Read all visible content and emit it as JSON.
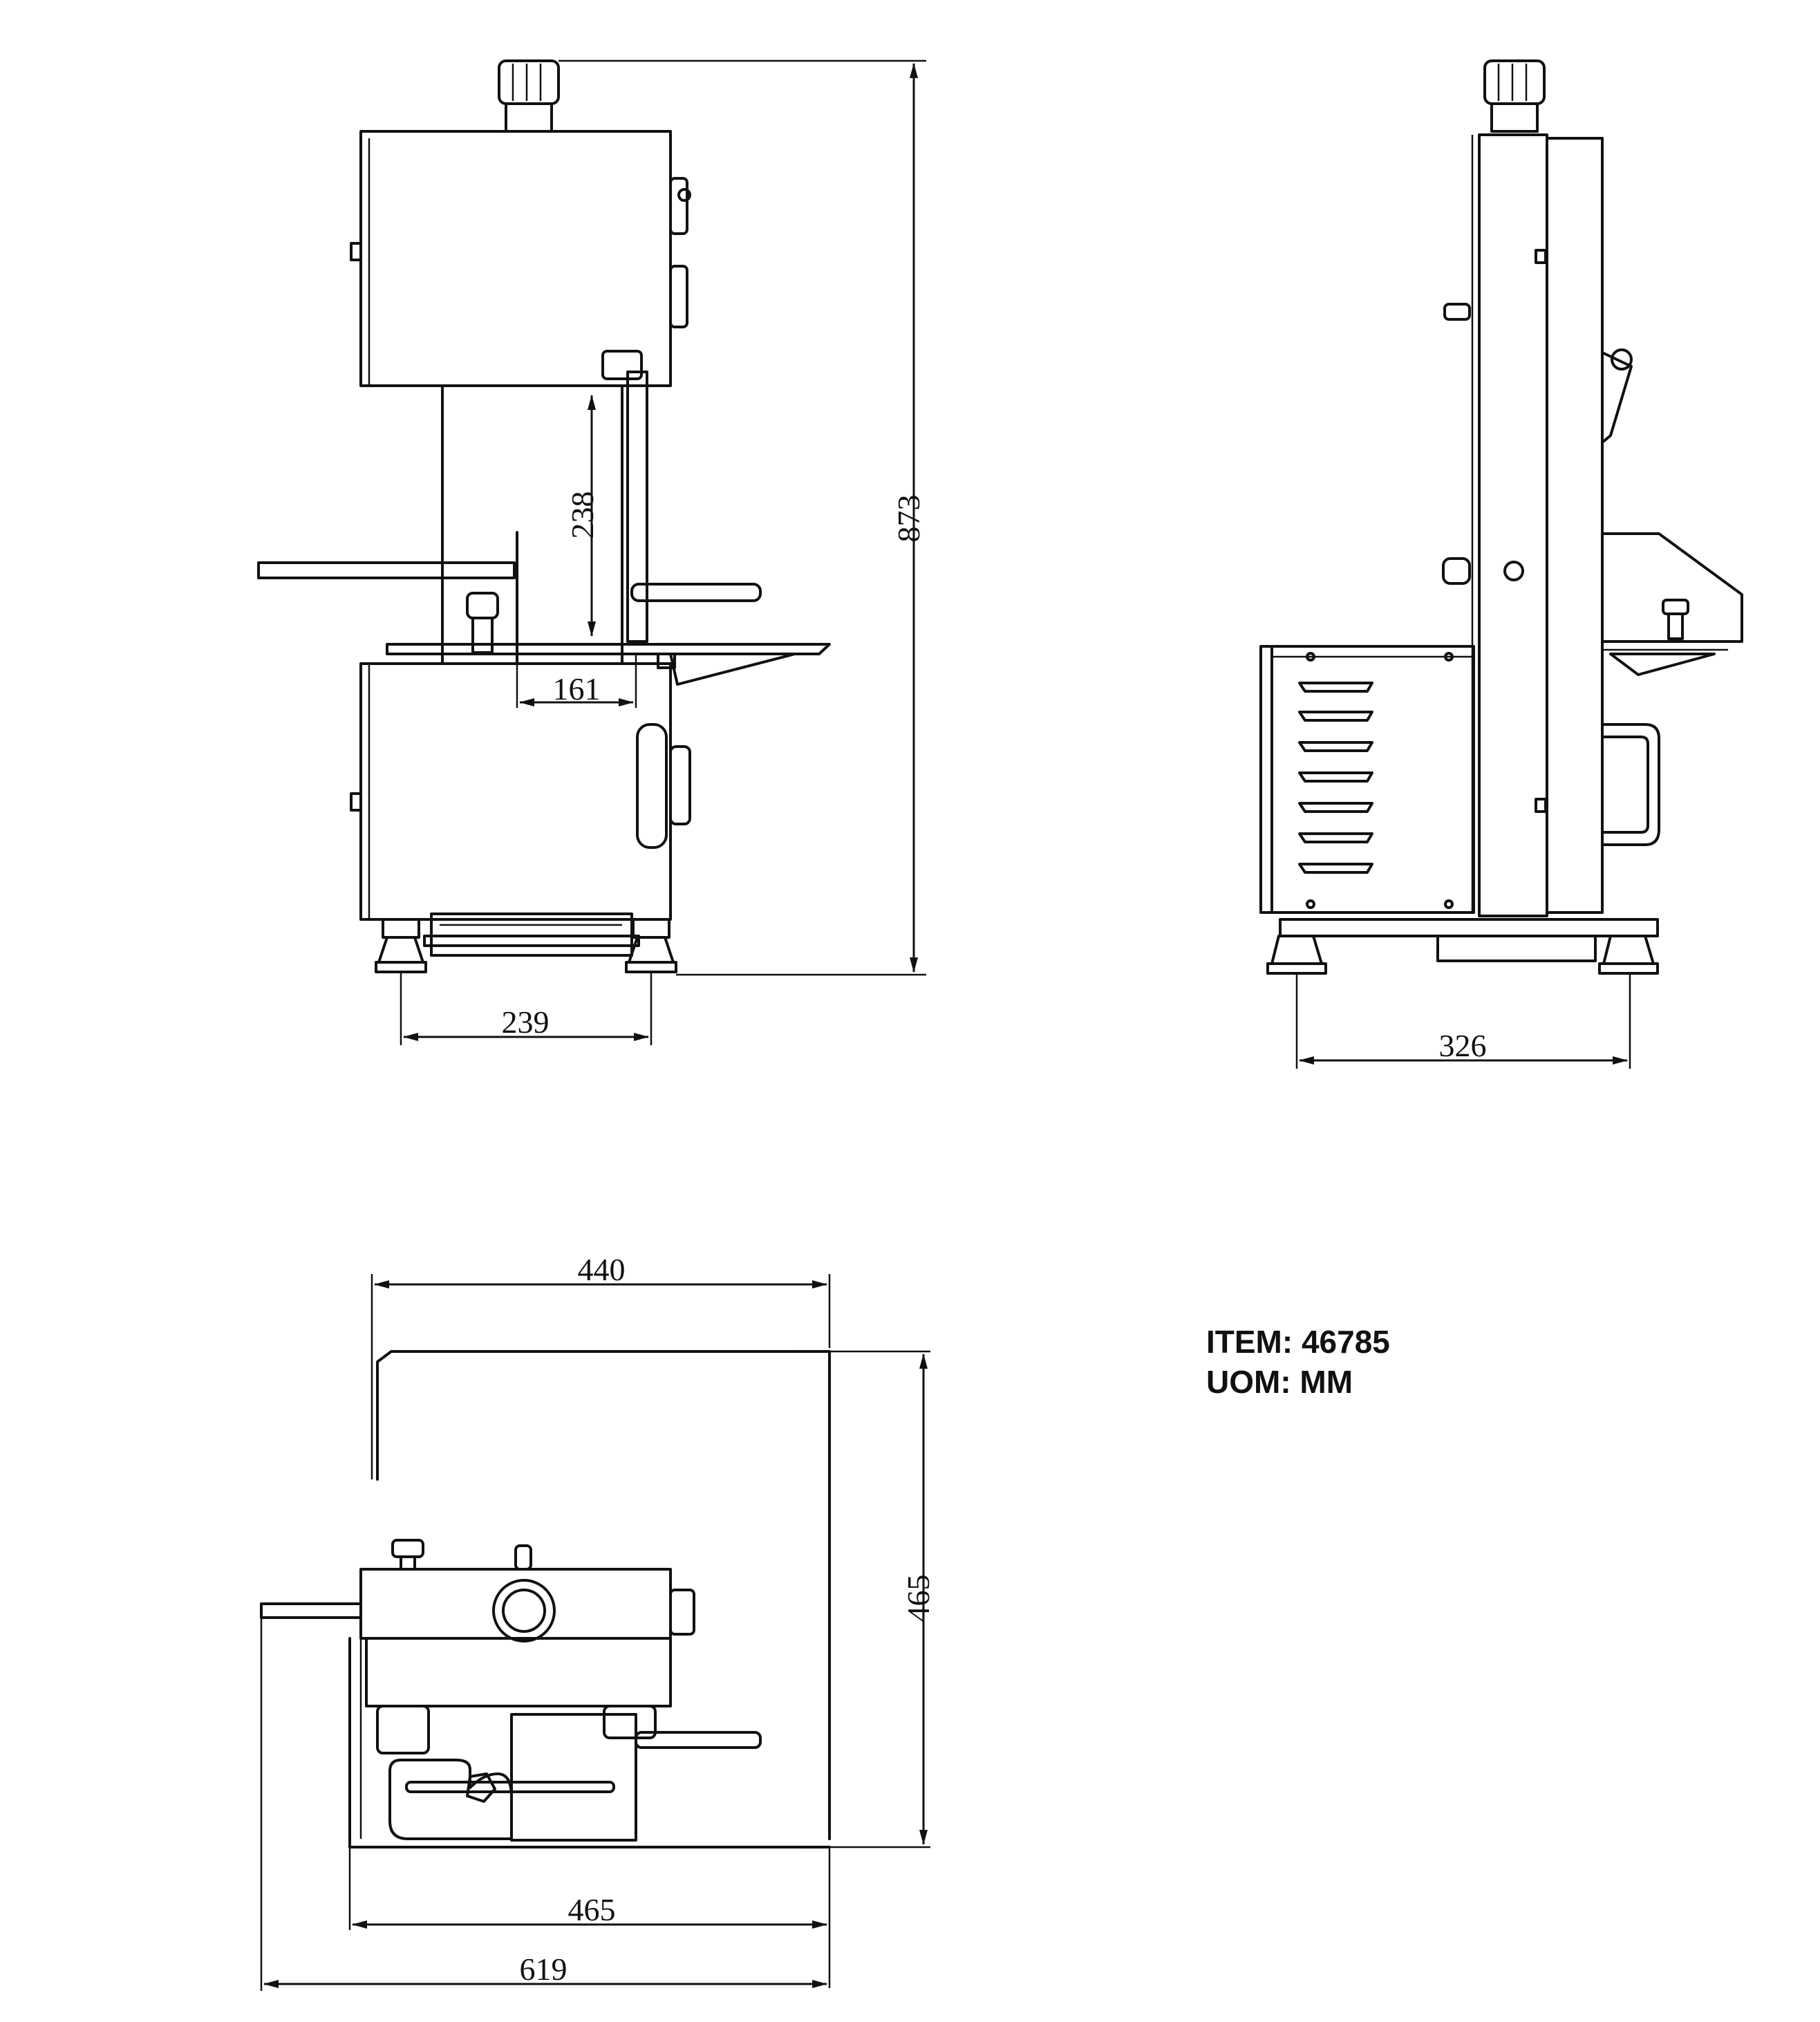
{
  "item_label": "ITEM: 46785",
  "uom_label": "UOM: MM",
  "dimensions": {
    "front_height": "873",
    "front_cut_height": "238",
    "front_cut_width": "161",
    "front_foot_spacing": "239",
    "side_foot_spacing": "326",
    "top_width": "440",
    "top_depth": "465",
    "top_base_width": "465",
    "top_overall_width": "619"
  }
}
